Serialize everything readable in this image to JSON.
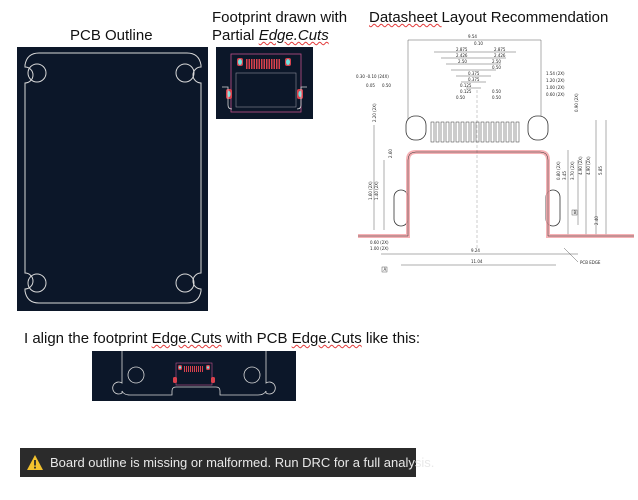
{
  "titles": {
    "pcb_outline": "PCB Outline",
    "footprint_line1": "Footprint  drawn with",
    "footprint_prefix": "Partial ",
    "footprint_italic": "Edge.Cuts",
    "datasheet_prefix": "Datasheet ",
    "datasheet_rest": "Layout Recommendation"
  },
  "caption": {
    "prefix": "I align the footprint ",
    "edge1": "Edge.Cuts",
    "mid": " with PCB ",
    "edge2": "Edge.Cuts",
    "suffix": " like this:"
  },
  "datasheet": {
    "dims": [
      "9.54",
      "0.10",
      "2.875",
      "2.875",
      "2.426",
      "2.426",
      "2.50",
      "2.50",
      "0.50",
      "0.50",
      "0.375",
      "0.375",
      "0.125",
      "0.125",
      "0.50",
      "0.50",
      "1.54 (2X)",
      "1.20 (2X)",
      "1.00 (2X)",
      "0.60 (2X)",
      "0.30 -0.10 (24X)",
      "0.05",
      "0.50",
      "2.20 (2X)",
      "0.90 (2X)",
      "1.60 (2X)",
      "1.40 (2X)",
      "2.60",
      "0.60 (2X)",
      "1.00 (2X)",
      "9.24",
      "11.04",
      "0.80 (2X)",
      "3.45",
      "3.70 (2X)",
      "4.90 (2X)",
      "4.90 (2X)",
      "5.85",
      "2.40"
    ],
    "pcb_edge_label": "PCB EDGE",
    "marker_a": "A",
    "marker_b": "B"
  },
  "warning": {
    "icon": "warning-triangle-icon",
    "text": "Board outline is missing or malformed. Run DRC for a full analysis."
  },
  "colors": {
    "pcb_background": "#0c1729",
    "edge_cuts": "#d8d8d8",
    "pad_red": "#d9414d",
    "pad_cyan": "#6fe3e0",
    "silk_magenta": "#c0508a",
    "pcb_edge_highlight": "#f4a3a8",
    "warning_bg": "#2b2b2b",
    "warning_icon": "#f2c12e"
  }
}
